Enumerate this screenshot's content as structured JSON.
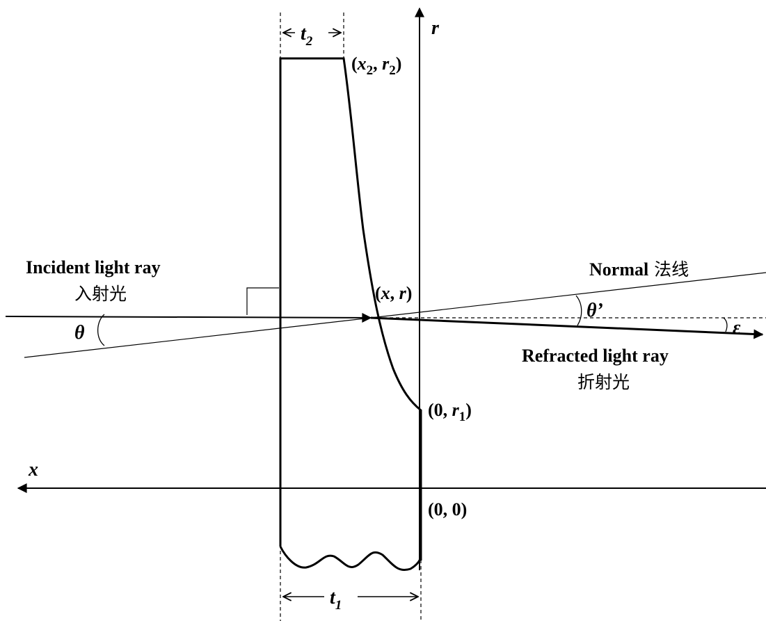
{
  "labels": {
    "r_axis": "r",
    "x_axis": "x",
    "t2": "t",
    "t2_sub": "2",
    "t1": "t",
    "t1_sub": "1",
    "pt_x2r2_open": "(",
    "pt_x2r2_x": "x",
    "pt_x2r2_xsub": "2",
    "pt_x2r2_comma": ", ",
    "pt_x2r2_r": "r",
    "pt_x2r2_rsub": "2",
    "pt_x2r2_close": ")",
    "pt_xr_open": "(",
    "pt_xr_x": "x",
    "pt_xr_comma": ", ",
    "pt_xr_r": "r",
    "pt_xr_close": ")",
    "pt_0r1_pre": "(0, ",
    "pt_0r1_r": "r",
    "pt_0r1_sub": "1",
    "pt_0r1_close": ")",
    "origin": "(0, 0)",
    "incident_en": "Incident light ray",
    "incident_cn": "入射光",
    "normal_en": "Normal",
    "normal_cn": " 法线",
    "refracted_en": "Refracted light ray",
    "refracted_cn": "折射光",
    "theta": "θ",
    "theta_prime": "θ’",
    "epsilon": "ε"
  }
}
